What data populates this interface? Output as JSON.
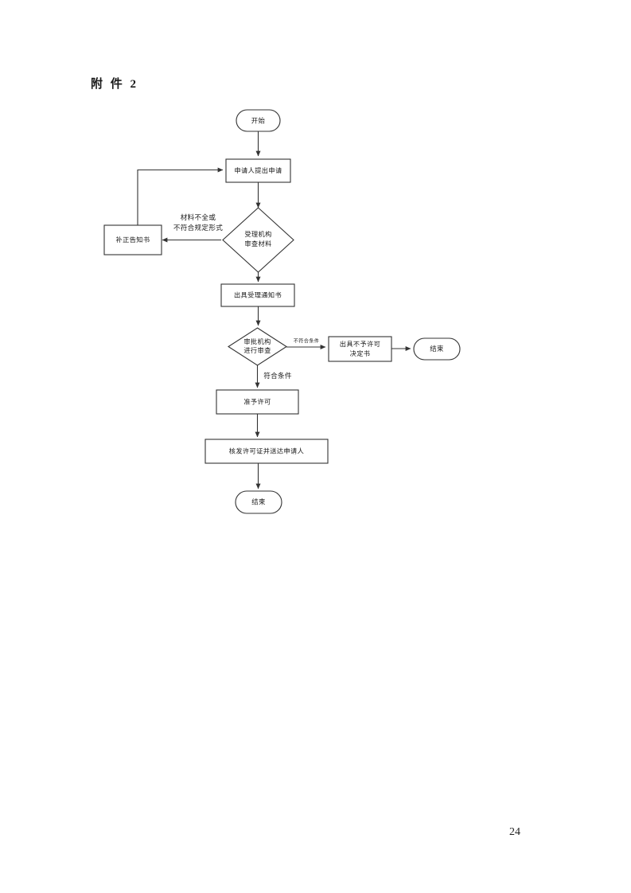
{
  "document": {
    "title": "附 件 2",
    "page_number": "24"
  },
  "flowchart": {
    "nodes": [
      {
        "id": "start",
        "type": "terminal",
        "label": "开始"
      },
      {
        "id": "apply",
        "type": "process",
        "label": "申请人提出申请"
      },
      {
        "id": "review-materials",
        "type": "decision",
        "label_line1": "受理机构",
        "label_line2": "审查材料"
      },
      {
        "id": "correction-notice",
        "type": "process",
        "label": "补正告知书"
      },
      {
        "id": "accept-notice",
        "type": "process",
        "label": "出具受理通知书"
      },
      {
        "id": "approval-review",
        "type": "decision",
        "label_line1": "审批机构",
        "label_line2": "进行审查"
      },
      {
        "id": "refusal-decision",
        "type": "process",
        "label_line1": "出具不予许可",
        "label_line2": "决定书"
      },
      {
        "id": "end-refusal",
        "type": "terminal",
        "label": "结束"
      },
      {
        "id": "grant-permit",
        "type": "process",
        "label": "准予许可"
      },
      {
        "id": "issue-license",
        "type": "process",
        "label": "核发许可证并送达申请人"
      },
      {
        "id": "end-success",
        "type": "terminal",
        "label": "结束"
      }
    ],
    "edge_labels": {
      "incomplete_line1": "材料不全或",
      "incomplete_line2": "不符合规定形式",
      "not_qualified": "不符合条件",
      "qualified": "符合条件"
    },
    "colors": {
      "stroke": "#333333",
      "fill": "#ffffff",
      "text": "#1a1a1a"
    }
  }
}
